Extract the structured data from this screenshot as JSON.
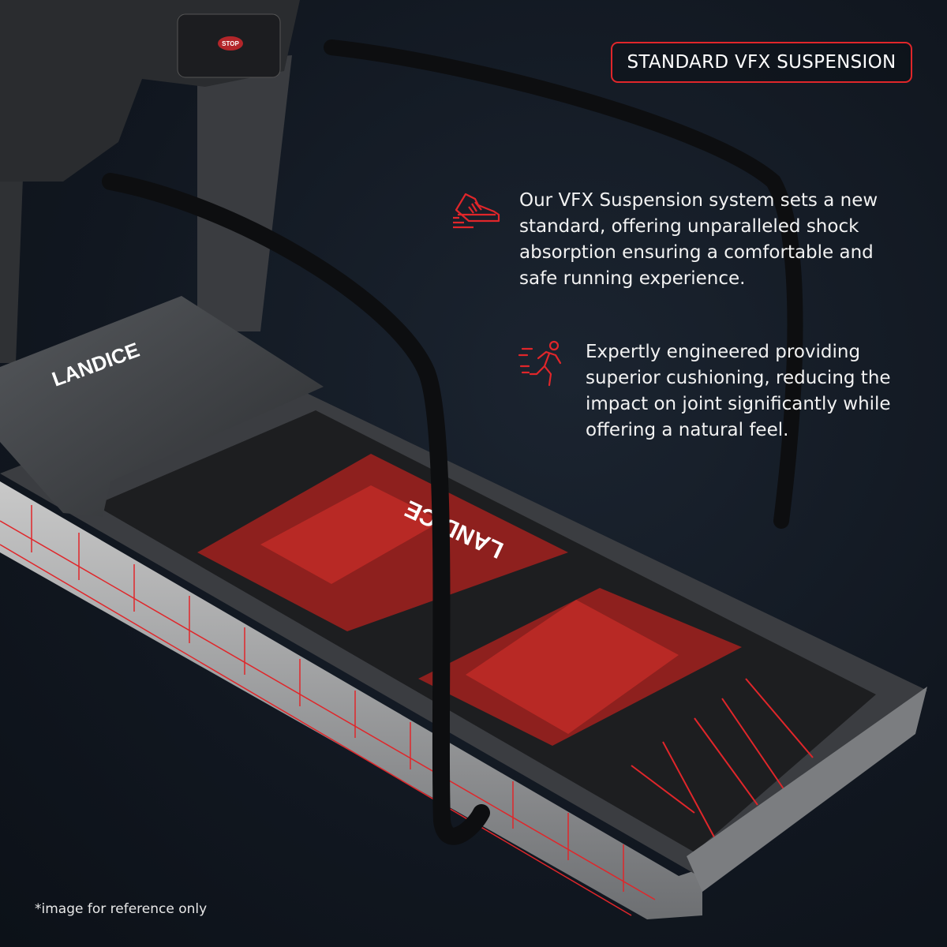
{
  "badge": {
    "label": "STANDARD VFX SUSPENSION",
    "color": "#e0262a"
  },
  "features": [
    {
      "icon": "running-shoe-icon",
      "text": "Our VFX Suspension system sets a new standard, offering unparalleled shock absorption ensuring a comfortable and safe running experience."
    },
    {
      "icon": "running-person-icon",
      "text": "Expertly engineered providing superior cushioning, reducing the impact on joint significantly while offering a natural feel."
    }
  ],
  "brand": {
    "logo": "LANDICE"
  },
  "console": {
    "button": "STOP"
  },
  "footnote": "*image for reference only"
}
